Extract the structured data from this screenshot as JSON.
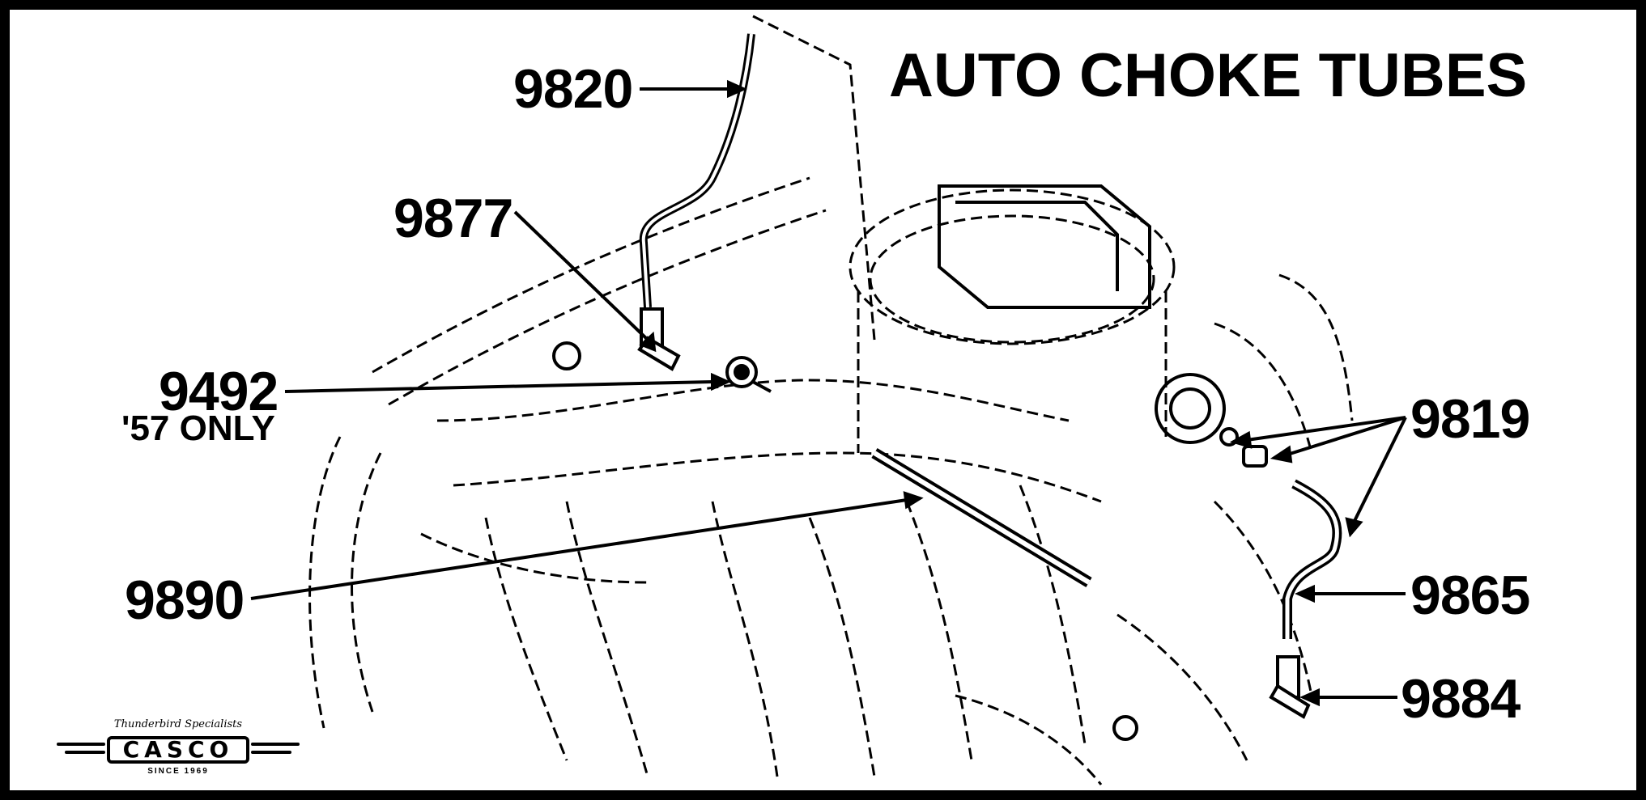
{
  "title": "AUTO CHOKE TUBES",
  "callouts": {
    "p9820": "9820",
    "p9877": "9877",
    "p9492": "9492",
    "p9492_note": "'57 ONLY",
    "p9890": "9890",
    "p9819": "9819",
    "p9865": "9865",
    "p9884": "9884"
  },
  "logo": {
    "tagline": "Thunderbird Specialists",
    "name": "CASCO",
    "since": "SINCE 1969"
  },
  "colors": {
    "ink": "#000000",
    "paper": "#ffffff"
  }
}
